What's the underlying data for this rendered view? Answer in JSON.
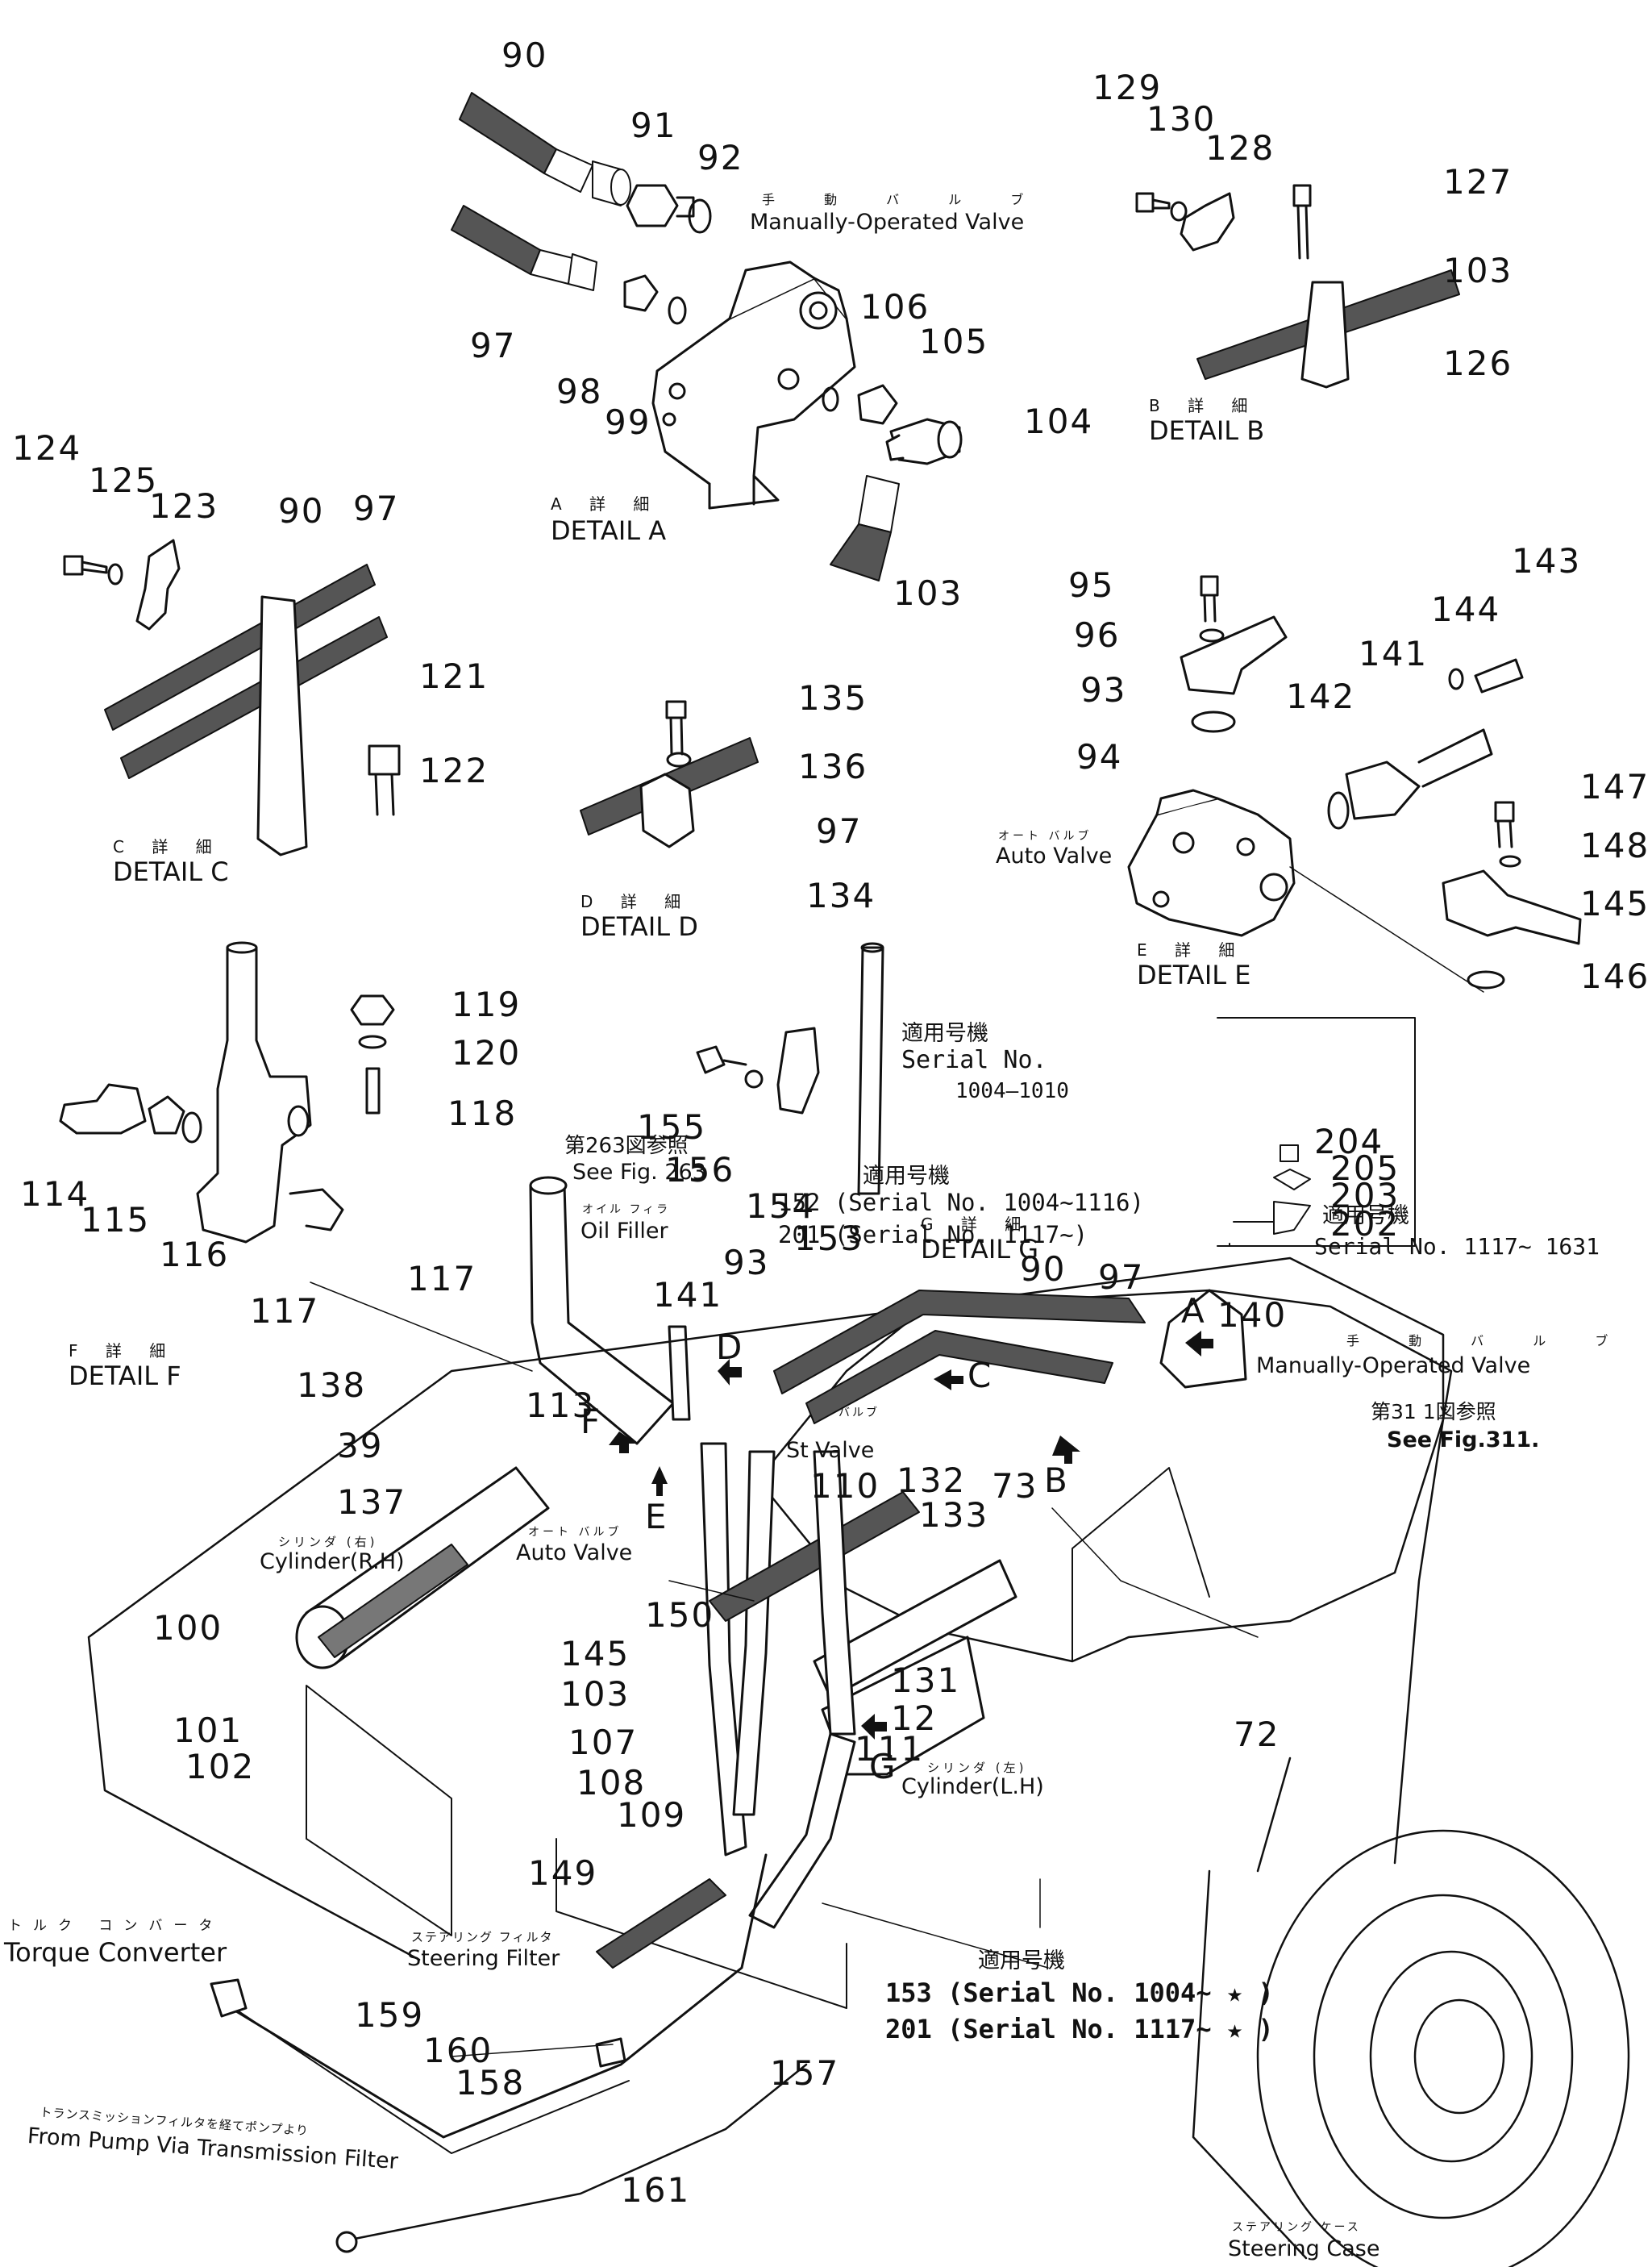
{
  "parts": {
    "p90a": "90",
    "p91": "91",
    "p92": "92",
    "p97a": "97",
    "p98": "98",
    "p99": "99",
    "p106": "106",
    "p105": "105",
    "p104": "104",
    "p103a": "103",
    "p129": "129",
    "p130": "130",
    "p128": "128",
    "p127": "127",
    "p103b": "103",
    "p126": "126",
    "p124": "124",
    "p125": "125",
    "p123": "123",
    "p90b": "90",
    "p97b": "97",
    "p121": "121",
    "p122": "122",
    "p135": "135",
    "p136": "136",
    "p97c": "97",
    "p134": "134",
    "p95": "95",
    "p96": "96",
    "p93a": "93",
    "p94": "94",
    "p141a": "141",
    "p142": "142",
    "p144": "144",
    "p143": "143",
    "p147": "147",
    "p148": "148",
    "p145a": "145",
    "p146": "146",
    "p119": "119",
    "p120": "120",
    "p118": "118",
    "p114": "114",
    "p115": "115",
    "p116": "116",
    "p117a": "117",
    "p155": "155",
    "p156": "156",
    "p154": "154",
    "p153a": "153",
    "p204": "204",
    "p205": "205",
    "p203": "203",
    "p202": "202",
    "p117b": "117",
    "p141b": "141",
    "p93b": "93",
    "p90c": "90",
    "p97d": "97",
    "p140": "140",
    "p138": "138",
    "p39": "39",
    "p113": "113",
    "p137": "137",
    "p110": "110",
    "p132": "132",
    "p133": "133",
    "p73": "73",
    "p100": "100",
    "p150": "150",
    "p145b": "145",
    "p103c": "103",
    "p131": "131",
    "p12": "12",
    "p111": "111",
    "p101": "101",
    "p102": "102",
    "p107": "107",
    "p108": "108",
    "p109": "109",
    "p72": "72",
    "p149": "149",
    "p159": "159",
    "p160": "160",
    "p158": "158",
    "p157": "157",
    "p161": "161"
  },
  "arrows": {
    "A": "A",
    "B": "B",
    "C": "C",
    "D": "D",
    "E": "E",
    "F": "F",
    "G": "G"
  },
  "details": {
    "a_jp": "A 詳 細",
    "a_en": "DETAIL A",
    "b_jp": "B 詳 細",
    "b_en": "DETAIL B",
    "c_jp": "C 詳 細",
    "c_en": "DETAIL C",
    "d_jp": "D 詳 細",
    "d_en": "DETAIL D",
    "e_jp": "E 詳 細",
    "e_en": "DETAIL E",
    "f_jp": "F 詳 細",
    "f_en": "DETAIL F",
    "g_jp": "G 詳 細",
    "g_en": "DETAIL G"
  },
  "annotations": {
    "manual_valve_jp": "手 動 バ ル ブ",
    "manual_valve_en": "Manually-Operated Valve",
    "auto_valve_jp": "オート バルブ",
    "auto_valve_en": "Auto Valve",
    "oil_filler_jp": "オイル フィラ",
    "oil_filler_en": "Oil Filler",
    "see263_jp": "第263図参照",
    "see263_en": "See Fig. 263",
    "serial_g_jp": "適用号機",
    "serial_g_en": "Serial No.",
    "serial_g_range": "1004—1010",
    "serial_main_jp": "適用号機",
    "serial_152": "152 (Serial No. 1004~1116)",
    "serial_201": "201 (Serial No. 1117~)",
    "serial_right_jp": "適用号機",
    "serial_right_en": "Serial No. 1117~ 1631",
    "see311_jp": "第31 1図参照",
    "see311_en": "See Fig.311.",
    "st_valve_jp": "バルブ",
    "st_valve_en": "St Valve",
    "cyl_rh_jp": "シリンダ (右)",
    "cyl_rh_en": "Cylinder(R.H)",
    "cyl_lh_jp": "シリンダ (左)",
    "cyl_lh_en": "Cylinder(L.H)",
    "torque_jp": "トルク コンバータ",
    "torque_en": "Torque Converter",
    "steer_filter_jp": "ステアリング フィルタ",
    "steer_filter_en": "Steering Filter",
    "bottom_serial_jp": "適用号機",
    "bottom_153": "153 (Serial No. 1004~ ★ )",
    "bottom_201": "201 (Serial No. 1117~ ★ )",
    "pump_jp": "トランスミッションフィルタを経てポンプより",
    "pump_en": "From Pump Via Transmission Filter",
    "steer_case_jp": "ステアリング ケース",
    "steer_case_en": "Steering Case"
  }
}
